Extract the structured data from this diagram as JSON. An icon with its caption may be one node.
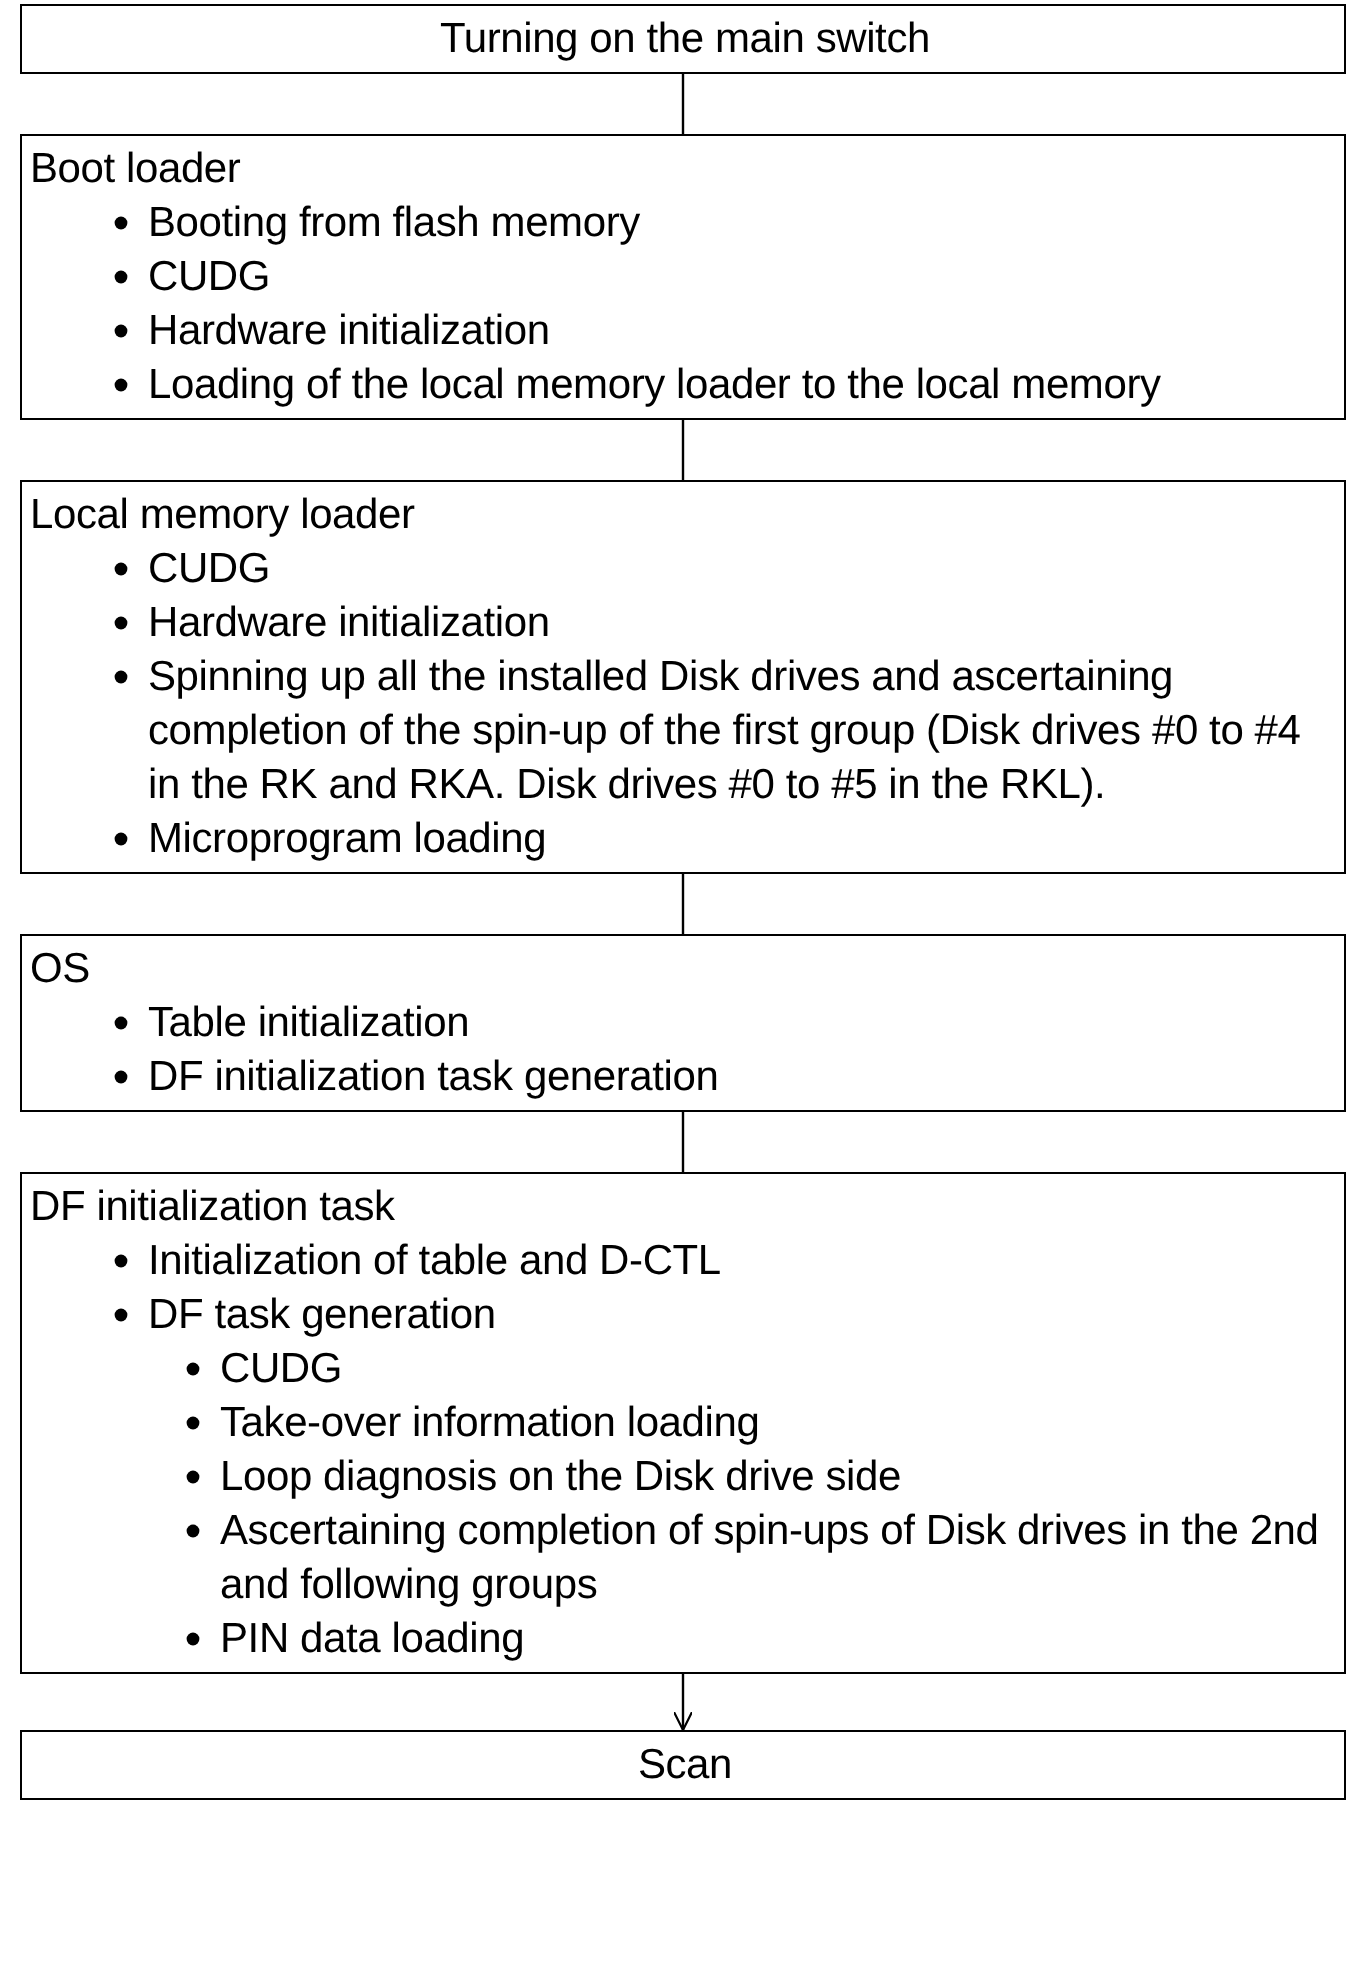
{
  "diagram": {
    "nodes": [
      {
        "text": [
          "Turning on the main switch"
        ]
      },
      {
        "text": [
          "Boot loader",
          "Booting from flash memory",
          "CUDG",
          "Hardware initialization",
          "Loading of the local memory loader to the local memory"
        ]
      },
      {
        "text": [
          "Local memory loader",
          "CUDG",
          "Hardware initialization",
          "Spinning up all the installed Disk drives and ascertaining completion of the spin-up of the first group (Disk drives #0 to #4 in the RK and RKA.   Disk drives #0 to #5 in the RKL).",
          "Microprogram loading"
        ]
      },
      {
        "text": [
          "OS",
          "Table initialization",
          "DF initialization task generation"
        ]
      },
      {
        "text": [
          "DF initialization task",
          "Initialization of table and D-CTL",
          "DF task generation",
          "CUDG",
          "Take-over information loading",
          "Loop diagnosis on the Disk drive side",
          "Ascertaining completion of spin-ups of Disk drives in the 2nd and following groups",
          "PIN data loading"
        ]
      },
      {
        "text": [
          "Scan"
        ]
      }
    ],
    "edges": [
      {
        "from": 0,
        "to": 1,
        "arrow": "none"
      },
      {
        "from": 1,
        "to": 2,
        "arrow": "none"
      },
      {
        "from": 2,
        "to": 3,
        "arrow": "none"
      },
      {
        "from": 3,
        "to": 4,
        "arrow": "none"
      },
      {
        "from": 4,
        "to": 5,
        "arrow": "to"
      }
    ]
  }
}
